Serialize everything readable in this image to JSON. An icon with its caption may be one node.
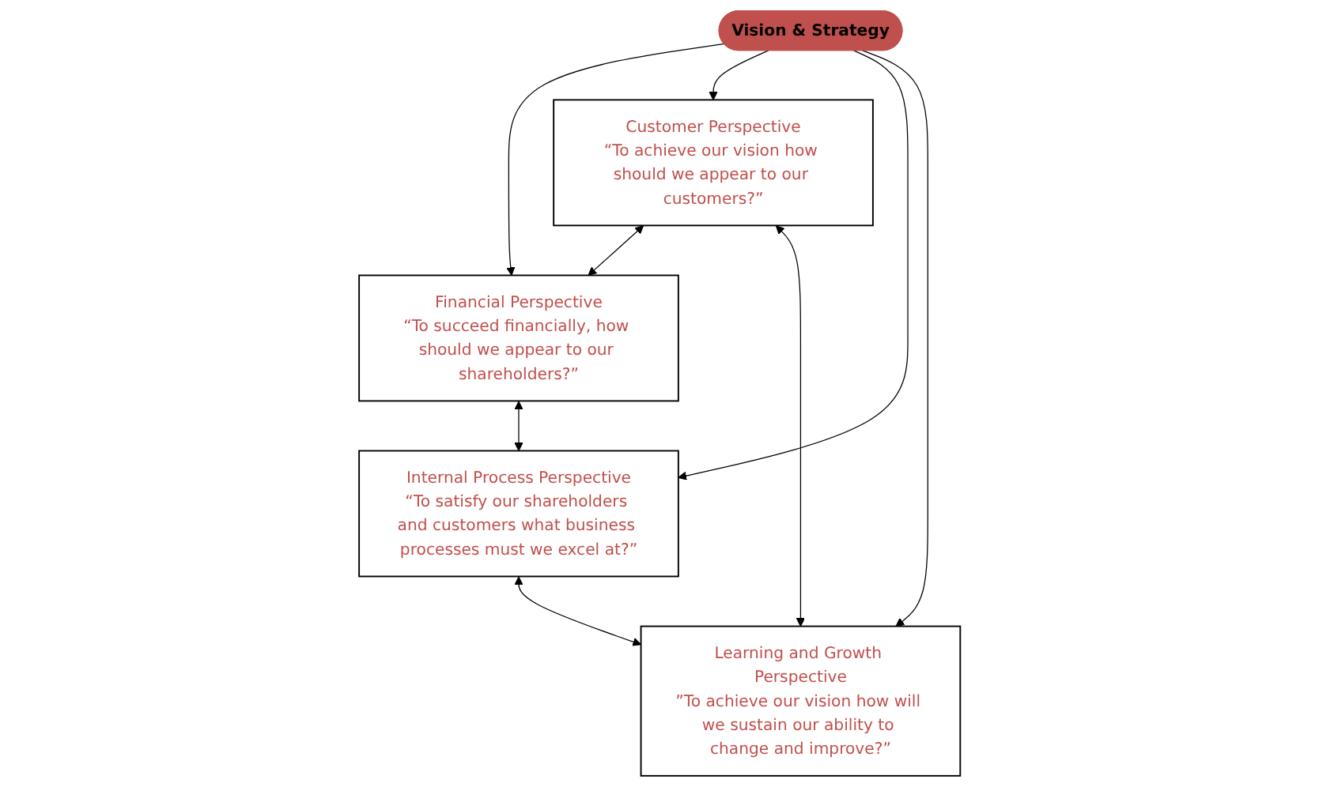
{
  "diagram": {
    "nodes": [
      {
        "text": [
          "Financial Perspective",
          "“To succeed financially, how should we appear to our shareholders?”"
        ]
      },
      {
        "text": [
          "Customer Perspective",
          "“To achieve our vision how should we appear to our customers?”"
        ]
      },
      {
        "text": [
          "Vision & Strategy"
        ]
      },
      {
        "text": [
          "Internal Process Perspective",
          "“To satisfy our shareholders and customers what business processes must we excel at?”"
        ]
      },
      {
        "text": [
          "Learning and Growth Perspective",
          "”To achieve our vision how will we sustain our ability to change and improve?”"
        ]
      }
    ],
    "edges": [
      {
        "from": 1,
        "to": 0,
        "arrow": "both"
      },
      {
        "from": 0,
        "to": 3,
        "arrow": "both"
      },
      {
        "from": 3,
        "to": 4,
        "arrow": "both"
      },
      {
        "from": 1,
        "to": 4,
        "arrow": "both"
      },
      {
        "from": 2,
        "to": 0,
        "arrow": "to"
      },
      {
        "from": 2,
        "to": 1,
        "arrow": "to"
      },
      {
        "from": 2,
        "to": 3,
        "arrow": "to"
      },
      {
        "from": 2,
        "to": 4,
        "arrow": "to"
      }
    ]
  }
}
